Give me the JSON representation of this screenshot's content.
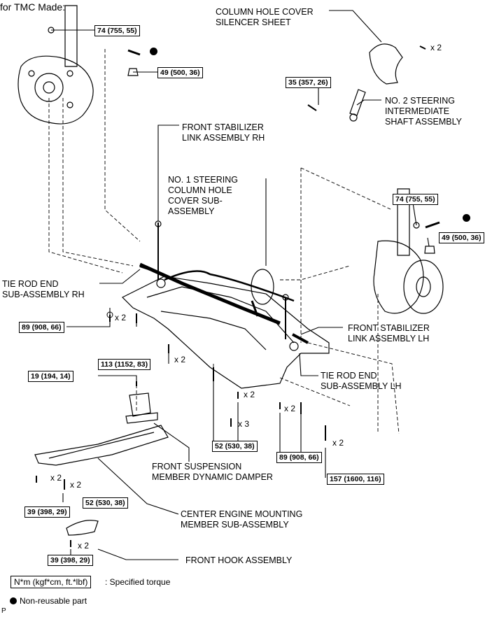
{
  "header": {
    "title": "for TMC Made:"
  },
  "labels": {
    "column_hole_cover_silencer": "COLUMN HOLE COVER\nSILENCER SHEET",
    "no2_steering_shaft": "NO. 2 STEERING\nINTERMEDIATE\nSHAFT ASSEMBLY",
    "front_stabilizer_link_rh": "FRONT STABILIZER\nLINK ASSEMBLY RH",
    "no1_steering_column_cover": "NO. 1 STEERING\nCOLUMN HOLE\nCOVER SUB-\nASSEMBLY",
    "tie_rod_end_rh": "TIE ROD END\nSUB-ASSEMBLY RH",
    "front_stabilizer_link_lh": "FRONT STABILIZER\nLINK ASSEMBLY LH",
    "tie_rod_end_lh": "TIE ROD END\nSUB-ASSEMBLY LH",
    "front_suspension_damper": "FRONT SUSPENSION\nMEMBER DYNAMIC DAMPER",
    "center_engine_mounting": "CENTER ENGINE MOUNTING\nMEMBER SUB-ASSEMBLY",
    "front_hook": "FRONT HOOK ASSEMBLY"
  },
  "torques": {
    "t74_rh": "74 (755, 55)",
    "t49_rh": "49 (500, 36)",
    "t35": "35 (357, 26)",
    "t74_lh": "74 (755, 55)",
    "t49_lh": "49 (500, 36)",
    "t89_rh": "89 (908, 66)",
    "t113": "113 (1152, 83)",
    "t19": "19 (194, 14)",
    "t52_center": "52 (530, 38)",
    "t89_lh": "89 (908, 66)",
    "t157": "157 (1600, 116)",
    "t39_a": "39 (398, 29)",
    "t52_lower": "52 (530, 38)",
    "t39_b": "39 (398, 29)"
  },
  "quantities": {
    "q_silencer": "x 2",
    "q_89rh": "x 2",
    "q_113": "x 2",
    "q_center2": "x 2",
    "q_center3": "x 3",
    "q_89lh": "x 2",
    "q_157": "x 2",
    "q_39a": "x 2",
    "q_52": "x 2",
    "q_39b": "x 2"
  },
  "legend": {
    "torque_box": "N*m (kgf*cm, ft.*lbf)",
    "torque_text": ": Specified torque",
    "nonreusable": "Non-reusable part"
  },
  "footer": {
    "code": "P"
  }
}
